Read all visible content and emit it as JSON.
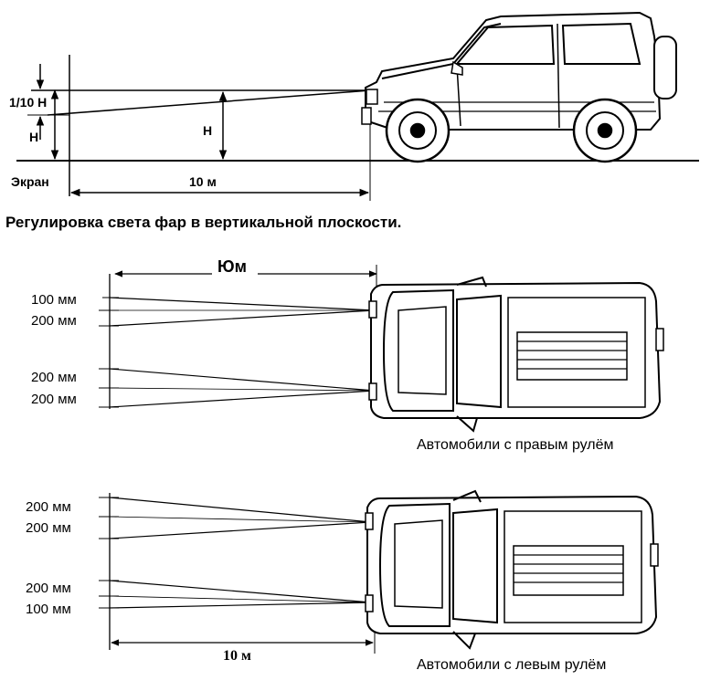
{
  "side_view": {
    "label_tenth_h": "1/10 H",
    "label_h_left": "H",
    "label_h_mid": "H",
    "label_screen": "Экран",
    "label_distance": "10 м"
  },
  "caption": "Регулировка света фар в вертикальной плоскости.",
  "top_view_right": {
    "distance_label": "Юм",
    "offsets": [
      "100 мм",
      "200 мм",
      "200 мм",
      "200 мм"
    ],
    "note": "Автомобили с правым рулём"
  },
  "top_view_left": {
    "offsets": [
      "200 мм",
      "200 мм",
      "200 мм",
      "100 мм"
    ],
    "distance_label": "10 м",
    "note": "Автомобили с левым рулём"
  }
}
